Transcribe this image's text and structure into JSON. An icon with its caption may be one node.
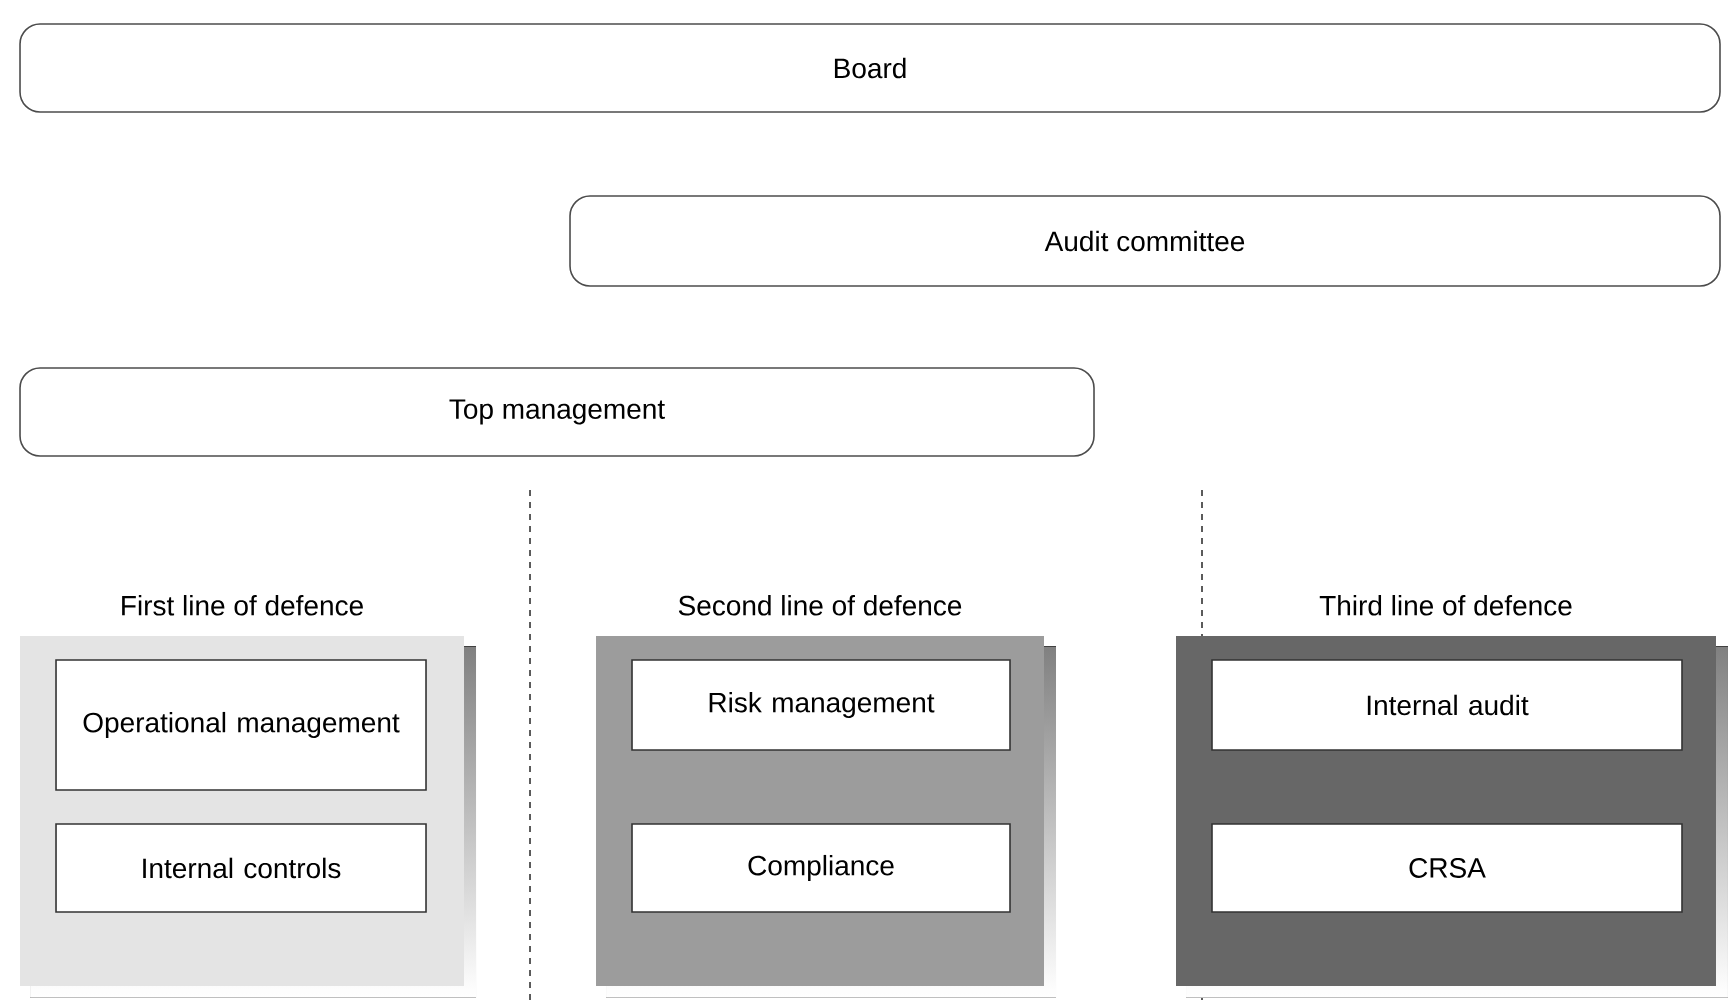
{
  "diagram": {
    "nodes": [
      {
        "text": [
          "Board"
        ]
      },
      {
        "text": [
          "Audit committee"
        ]
      },
      {
        "text": [
          "Top management"
        ]
      },
      {
        "text": [
          "First line of defence"
        ]
      },
      {
        "text": [
          "Operational management"
        ],
        "in": 3
      },
      {
        "text": [
          "Internal controls"
        ],
        "in": 3
      },
      {
        "text": [
          "Second line of defence"
        ]
      },
      {
        "text": [
          "Risk management"
        ],
        "in": 6
      },
      {
        "text": [
          "Compliance"
        ],
        "in": 6
      },
      {
        "text": [
          "Third line of defence"
        ]
      },
      {
        "text": [
          "Internal audit"
        ],
        "in": 9
      },
      {
        "text": [
          "CRSA"
        ],
        "in": 9
      }
    ]
  }
}
